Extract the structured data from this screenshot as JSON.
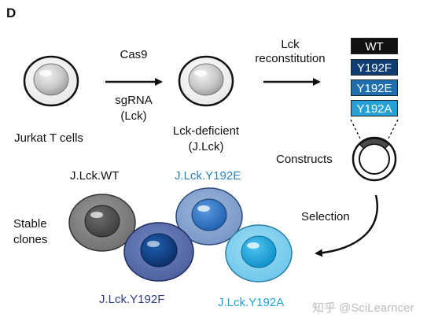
{
  "panel_label": "D",
  "cells": {
    "jurkat": "Jurkat T cells",
    "lck_deficient": "Lck-deficient",
    "jlck": "(J.Lck)"
  },
  "arrow1": {
    "top": "Cas9",
    "bottom1": "sgRNA",
    "bottom2": "(Lck)"
  },
  "arrow2": {
    "line1": "Lck",
    "line2": "reconstitution"
  },
  "constructs": {
    "items": [
      "WT",
      "Y192F",
      "Y192E",
      "Y192A"
    ],
    "colors": [
      "#111111",
      "#0d3d73",
      "#1f6fb0",
      "#25a0d6"
    ],
    "label": "Constructs"
  },
  "selection": "Selection",
  "stable_clones": {
    "line1": "Stable",
    "line2": "clones"
  },
  "clones": {
    "wt": "J.Lck.WT",
    "y192e": "J.Lck.Y192E",
    "y192f": "J.Lck.Y192F",
    "y192a": "J.Lck.Y192A"
  },
  "clone_colors": {
    "y192e": "#2a82c3",
    "y192f": "#2c3d86",
    "y192a": "#1fa3d6"
  },
  "watermark": "知乎 @SciLearncer"
}
